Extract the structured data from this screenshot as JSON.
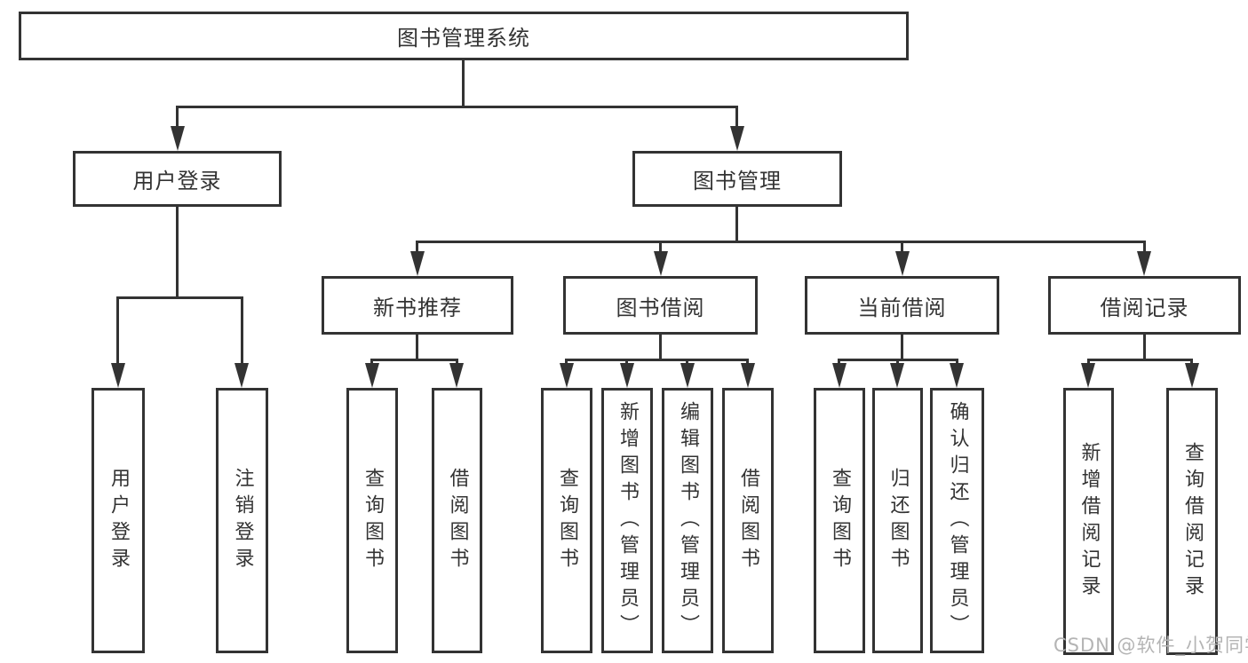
{
  "watermark": "CSDN @软件_小贺同学",
  "colors": {
    "line": "#333333",
    "text": "#333333",
    "background": "#ffffff",
    "watermark": "#b4b4b4"
  },
  "tree": {
    "label": "图书管理系统",
    "children": [
      {
        "label": "用户登录",
        "children": [
          {
            "label": "用户登录"
          },
          {
            "label": "注销登录"
          }
        ]
      },
      {
        "label": "图书管理",
        "children": [
          {
            "label": "新书推荐",
            "children": [
              {
                "label": "查询图书"
              },
              {
                "label": "借阅图书"
              }
            ]
          },
          {
            "label": "图书借阅",
            "children": [
              {
                "label": "查询图书"
              },
              {
                "label": "新增图书（管理员）"
              },
              {
                "label": "编辑图书（管理员）"
              },
              {
                "label": "借阅图书"
              }
            ]
          },
          {
            "label": "当前借阅",
            "children": [
              {
                "label": "查询图书"
              },
              {
                "label": "归还图书"
              },
              {
                "label": "确认归还（管理员）"
              }
            ]
          },
          {
            "label": "借阅记录",
            "children": [
              {
                "label": "新增借阅记录"
              },
              {
                "label": "查询借阅记录"
              }
            ]
          }
        ]
      }
    ]
  }
}
